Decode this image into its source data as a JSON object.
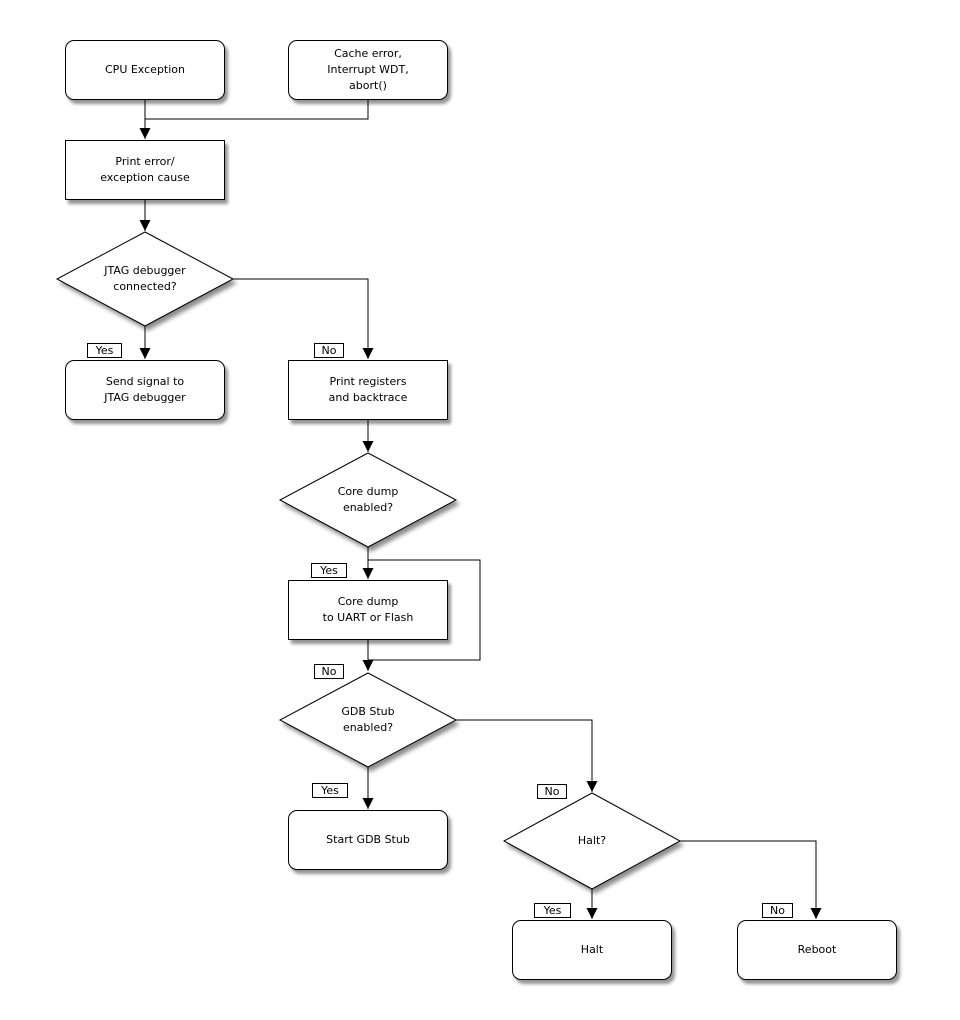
{
  "colors": {
    "background": "#ffffff",
    "node_fill": "#ffffff",
    "stroke": "#000000",
    "shadow": "rgba(0,0,0,0.45)"
  },
  "labels": {
    "yes": "Yes",
    "no": "No"
  },
  "nodes": {
    "cpu_exception": {
      "type": "terminal",
      "label": "CPU Exception"
    },
    "cache_error": {
      "type": "terminal",
      "label": "Cache error,\nInterrupt WDT,\nabort()"
    },
    "print_error": {
      "type": "process",
      "label": "Print error/\nexception cause"
    },
    "jtag_connected": {
      "type": "decision",
      "label": "JTAG debugger\nconnected?"
    },
    "send_signal": {
      "type": "terminal",
      "label": "Send signal to\nJTAG debugger"
    },
    "print_registers": {
      "type": "process",
      "label": "Print registers\nand backtrace"
    },
    "core_dump_enabled": {
      "type": "decision",
      "label": "Core dump\nenabled?"
    },
    "core_dump": {
      "type": "process",
      "label": "Core dump\nto UART or Flash"
    },
    "gdb_stub_enabled": {
      "type": "decision",
      "label": "GDB Stub\nenabled?"
    },
    "start_gdb_stub": {
      "type": "terminal",
      "label": "Start GDB Stub"
    },
    "halt_question": {
      "type": "decision",
      "label": "Halt?"
    },
    "halt": {
      "type": "terminal",
      "label": "Halt"
    },
    "reboot": {
      "type": "terminal",
      "label": "Reboot"
    }
  },
  "edges": [
    {
      "from": "cpu_exception",
      "to": "print_error",
      "label": ""
    },
    {
      "from": "cache_error",
      "to": "print_error",
      "label": ""
    },
    {
      "from": "print_error",
      "to": "jtag_connected",
      "label": ""
    },
    {
      "from": "jtag_connected",
      "to": "send_signal",
      "label": "Yes"
    },
    {
      "from": "jtag_connected",
      "to": "print_registers",
      "label": "No"
    },
    {
      "from": "print_registers",
      "to": "core_dump_enabled",
      "label": ""
    },
    {
      "from": "core_dump_enabled",
      "to": "core_dump",
      "label": "Yes"
    },
    {
      "from": "core_dump_enabled",
      "to": "gdb_stub_enabled",
      "label": "No"
    },
    {
      "from": "core_dump",
      "to": "gdb_stub_enabled",
      "label": ""
    },
    {
      "from": "gdb_stub_enabled",
      "to": "start_gdb_stub",
      "label": "Yes"
    },
    {
      "from": "gdb_stub_enabled",
      "to": "halt_question",
      "label": "No"
    },
    {
      "from": "halt_question",
      "to": "halt",
      "label": "Yes"
    },
    {
      "from": "halt_question",
      "to": "reboot",
      "label": "No"
    }
  ]
}
